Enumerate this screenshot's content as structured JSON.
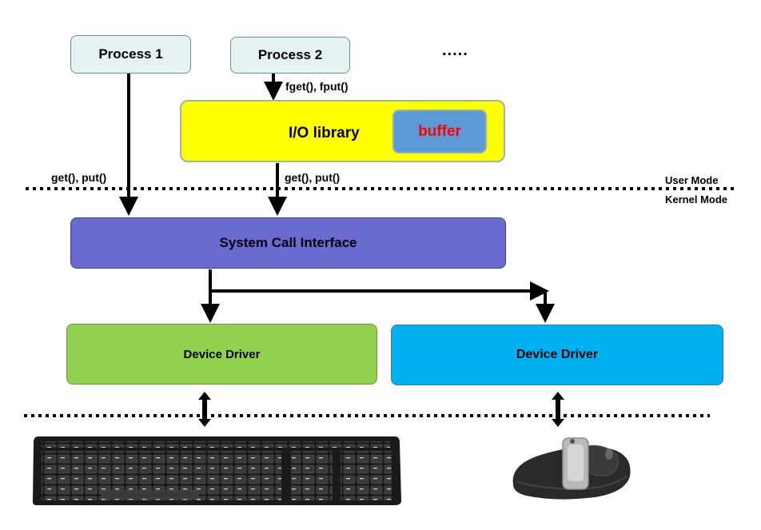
{
  "processes": [
    {
      "label": "Process 1"
    },
    {
      "label": "Process 2"
    }
  ],
  "ellipsis": ".....",
  "io_library": {
    "label": "I/O library",
    "buffer_label": "buffer"
  },
  "calls": {
    "library_calls": "fget(), fput()",
    "syscalls_left": "get(), put()",
    "syscalls_right": "get(), put()"
  },
  "modes": {
    "user": "User Mode",
    "kernel": "Kernel Mode"
  },
  "system_call_interface": {
    "label": "System Call Interface"
  },
  "drivers": [
    {
      "label": "Device Driver"
    },
    {
      "label": "Device Driver"
    }
  ],
  "colors": {
    "process_fill": "#e6f3f3",
    "io_library_fill": "#ffff00",
    "buffer_fill": "#5b9bd5",
    "buffer_text": "#ff0000",
    "sci_fill": "#6a6ad0",
    "driver1_fill": "#92d050",
    "driver2_fill": "#00b0f0"
  },
  "icons": [
    "keyboard-icon",
    "mouse-icon"
  ]
}
